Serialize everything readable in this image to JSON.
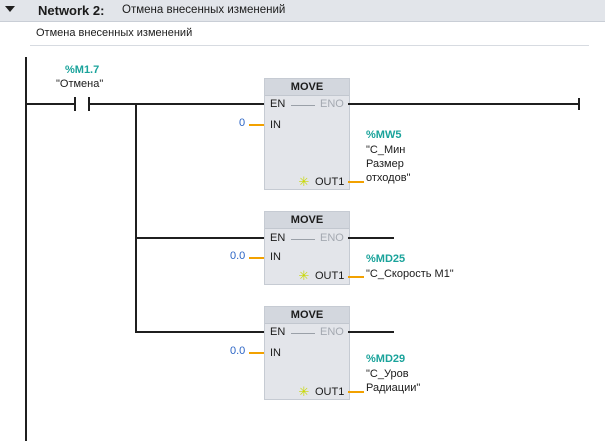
{
  "network": {
    "label": "Network 2:",
    "title": "Отмена внесенных изменений",
    "comment": "Отмена внесенных изменений"
  },
  "contact": {
    "address": "%M1.7",
    "symbol": "\"Отмена\""
  },
  "blocks": [
    {
      "name": "MOVE",
      "en": "EN",
      "eno": "ENO",
      "in_pin": "IN",
      "out_pin": "OUT1",
      "in_value": "0",
      "out_address": "%MW5",
      "out_symbol_lines": [
        "\"С_Мин",
        "Размер",
        "отходов\""
      ]
    },
    {
      "name": "MOVE",
      "en": "EN",
      "eno": "ENO",
      "in_pin": "IN",
      "out_pin": "OUT1",
      "in_value": "0.0",
      "out_address": "%MD25",
      "out_symbol_lines": [
        "\"С_Скорость М1\""
      ]
    },
    {
      "name": "MOVE",
      "en": "EN",
      "eno": "ENO",
      "in_pin": "IN",
      "out_pin": "OUT1",
      "in_value": "0.0",
      "out_address": "%MD29",
      "out_symbol_lines": [
        "\"С_Уров",
        "Радиации\""
      ]
    }
  ],
  "colors": {
    "address": "#1aa39b",
    "constant": "#2b64c5",
    "param_wire": "#f2a100",
    "box_fill": "#e3e5ea"
  }
}
